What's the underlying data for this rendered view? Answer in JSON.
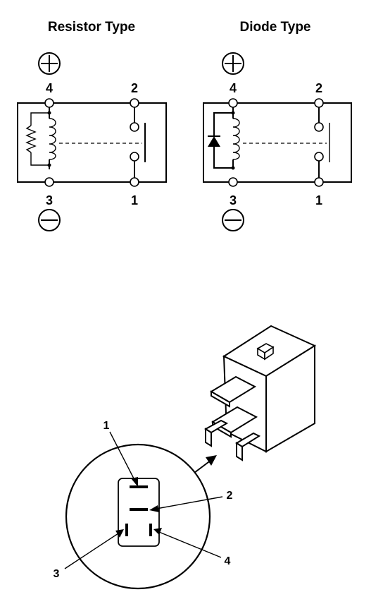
{
  "resistor_type": {
    "title": "Resistor Type",
    "top_left": "4",
    "top_right": "2",
    "bottom_left": "3",
    "bottom_right": "1"
  },
  "diode_type": {
    "title": "Diode Type",
    "top_left": "4",
    "top_right": "2",
    "bottom_left": "3",
    "bottom_right": "1"
  },
  "terminal_view": {
    "callouts": [
      "1",
      "2",
      "3",
      "4"
    ]
  },
  "icons": {
    "positive": "plus-circle-icon",
    "negative": "minus-circle-icon"
  }
}
